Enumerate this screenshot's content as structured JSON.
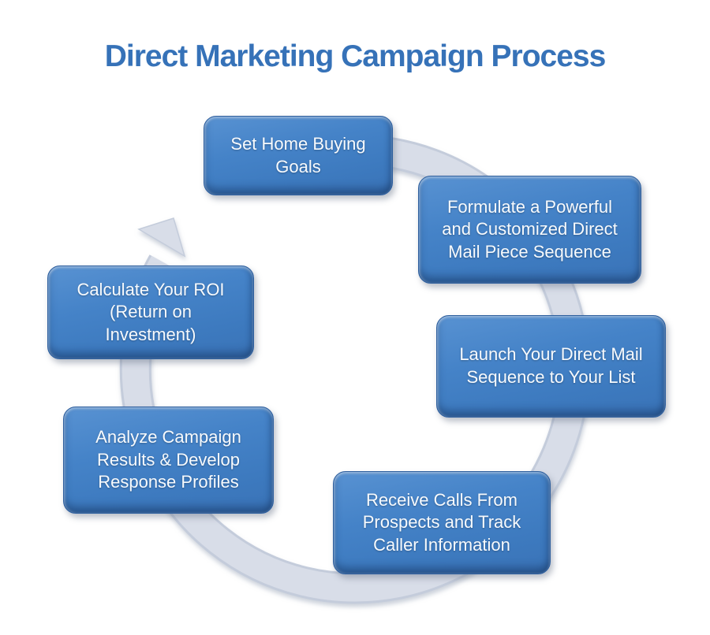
{
  "title": "Direct Marketing Campaign Process",
  "colors": {
    "title_blue": "#3672b8",
    "box_blue": "#3f7dc1",
    "box_border_blue": "#2e5f9e",
    "box_text": "#ffffff",
    "ring_gray": "#d8dde8",
    "ring_edge": "#c4ccdb",
    "background": "#ffffff"
  },
  "diagram": {
    "type": "circular-process",
    "flow_direction": "clockwise",
    "steps": [
      {
        "id": "set-goals",
        "label": "Set Home Buying\nGoals"
      },
      {
        "id": "formulate-mail",
        "label": "Formulate a Powerful\nand Customized Direct\nMail Piece Sequence"
      },
      {
        "id": "launch-sequence",
        "label": "Launch Your Direct Mail\nSequence to Your List"
      },
      {
        "id": "receive-calls",
        "label": "Receive Calls From\nProspects and Track\nCaller Information"
      },
      {
        "id": "analyze-results",
        "label": "Analyze Campaign\nResults & Develop\nResponse Profiles"
      },
      {
        "id": "calculate-roi",
        "label": "Calculate Your ROI\n(Return on\nInvestment)"
      }
    ]
  }
}
